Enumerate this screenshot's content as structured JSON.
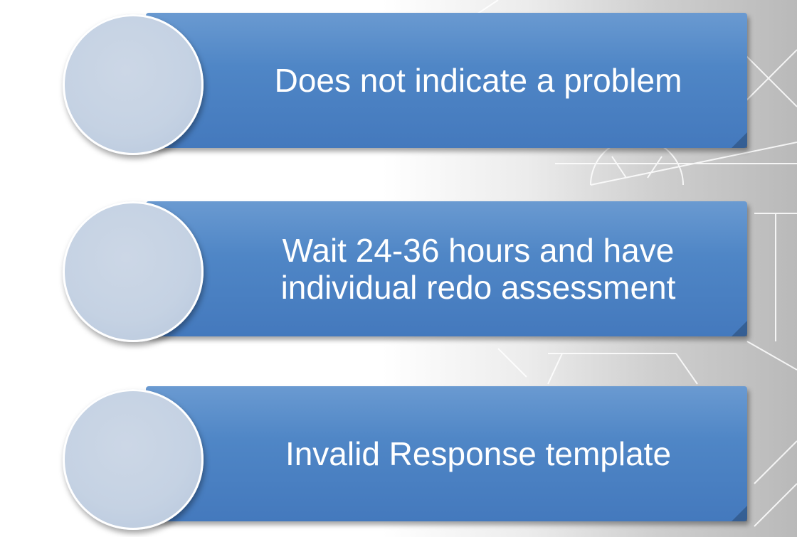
{
  "steps": [
    {
      "text": "Does not indicate a problem"
    },
    {
      "text": "Wait 24-36 hours and have individual redo assessment"
    },
    {
      "text": "Invalid Response template"
    }
  ],
  "colors": {
    "banner": "#4f86c6",
    "circle": "#c5d2e3",
    "text": "#ffffff",
    "background_right": "#b9b9b9"
  }
}
